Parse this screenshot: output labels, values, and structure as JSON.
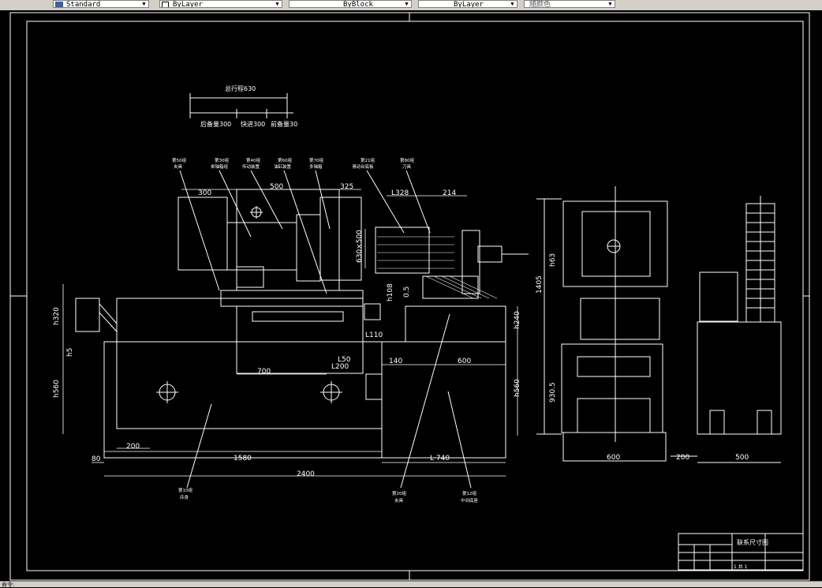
{
  "toolbar": {
    "text_style": "Standard",
    "layer_color": "ByLayer",
    "linetype": "ByBlock",
    "lineweight": "ByLayer",
    "plot_style": "随颜色"
  },
  "status": {
    "command_text": "命令:"
  },
  "drawing": {
    "top_dims": {
      "total": "总行程630",
      "rear": "后备量300",
      "fast": "快进300",
      "front": "前备量30"
    },
    "callouts": [
      {
        "no": "第50组",
        "name": "夹具"
      },
      {
        "no": "第30组",
        "name": "单轴箱组"
      },
      {
        "no": "第40组",
        "name": "传动装置"
      },
      {
        "no": "第60组",
        "name": "油缸装置"
      },
      {
        "no": "第70组",
        "name": "多轴箱"
      },
      {
        "no": "第21组",
        "name": "滑动台底板"
      },
      {
        "no": "第80组",
        "name": "刀具"
      },
      {
        "no": "第10组",
        "name": "床身"
      },
      {
        "no": "第20组",
        "name": "夹具"
      },
      {
        "no": "第12组",
        "name": "中间底座"
      }
    ],
    "dims": {
      "d300": "300",
      "d500": "500",
      "d325": "325",
      "d328": "L328",
      "d214": "214",
      "d630x500": "630×500",
      "d108": "h108",
      "d05": "0.5",
      "d320": "h320",
      "d5": "h5",
      "d240": "h240",
      "d110": "L110",
      "d50": "L50",
      "d200b": "L200",
      "d700": "700",
      "d140": "140",
      "d600a": "600",
      "d560a": "h560",
      "d560b": "h560",
      "d200": "200",
      "d80": "80",
      "d1580": "1580",
      "d740": "L 740",
      "d2400": "2400",
      "d1405": "1405",
      "d63": "h63",
      "d9305": "930.5",
      "d600b": "600",
      "d200c": "200",
      "d500b": "500"
    },
    "title_block": {
      "title": "联系尺寸图",
      "sheet": "1 共 1"
    }
  }
}
